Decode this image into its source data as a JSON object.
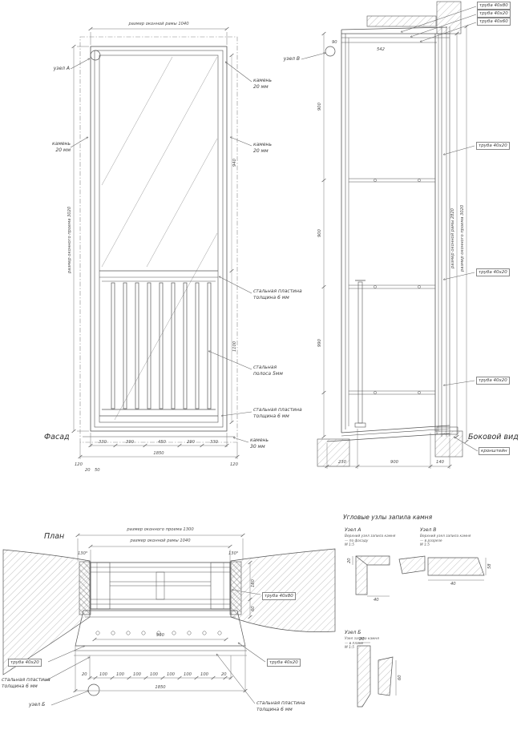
{
  "facade": {
    "title": "Фасад",
    "dim_frame_width": "размер оконной рамы 1040",
    "dim_opening_height": "размер оконного проема 3020",
    "node_a": "узел А",
    "stone20_left": "камень\n20 мм",
    "stone20_right_top": "камень\n20 мм",
    "stone20_right_mid": "камень\n20 мм",
    "steel_plate_upper": "стальная пластина\nтолщина 6 мм",
    "steel_strip": "стальная\nполоса 5мм",
    "steel_plate_lower": "стальная пластина\nтолщина 6 мм",
    "stone30": "камень\n30 мм",
    "dim_h_940": "940",
    "dim_h_1100": "1100",
    "dims_bottom": [
      "330",
      "390",
      "450",
      "290",
      "330"
    ],
    "dim_total": "1850",
    "dim_120_left": "120",
    "dim_120_right": "120",
    "dim_20": "20",
    "dim_50": "50"
  },
  "side": {
    "title": "Боковой вид",
    "node_b": "узел В",
    "pipe_40x80": "труба 40х80",
    "pipe_40x20_top": "труба 40х20",
    "pipe_40x60": "труба 40х60",
    "pipe_40x20_1": "труба 40х20",
    "pipe_40x20_2": "труба 40х20",
    "pipe_40x20_3": "труба 40х20",
    "bracket": "кронштейн",
    "dim_frame_height": "размер оконной рамы 2820",
    "dim_opening_height": "размер оконного проема 3020",
    "dim_seg_1": "900",
    "dim_seg_2": "900",
    "dim_seg_3": "990",
    "dim_top_90": "90",
    "dim_top_542": "542",
    "dims_bottom": [
      "230",
      "900",
      "140"
    ]
  },
  "plan": {
    "title": "План",
    "dim_opening_width": "размер оконного проема 1300",
    "dim_frame_width": "размер оконной рамы 1040",
    "angle_left": "130°",
    "angle_right": "130°",
    "pipe_40x80": "труба 40х80",
    "pipe_40x20_right": "труба 40х20",
    "pipe_40x20_left": "труба 40х20",
    "steel_plate_left": "стальная пластина\nтолщина 6 мм",
    "steel_plate_right": "стальная пластина\nтолщина 6 мм",
    "node_b": "узел Б",
    "dim_990": "990",
    "dims_bottom": [
      "20",
      "100",
      "100",
      "100",
      "100",
      "100",
      "100",
      "100",
      "20"
    ],
    "dim_total": "1850",
    "dim_180": "180",
    "dim_60": "60"
  },
  "details": {
    "title": "Угловые узлы запила камня",
    "node_a_title": "Узел А",
    "node_a_caption": "Верхний узел запила камня\n— по фасаду\nМ 1:5",
    "node_v_title": "Узел В",
    "node_v_caption": "Верхний узел запила камня\n— в разрезе\nМ 1:5",
    "node_b_title": "Узел Б",
    "node_b_caption": "Узел запила камня\n— в плане\nМ 1:5",
    "dim_a_20": "20",
    "dim_a_40": "40",
    "dim_v_58": "58",
    "dim_v_40": "40",
    "dim_b_20": "20",
    "dim_b_60": "60"
  }
}
